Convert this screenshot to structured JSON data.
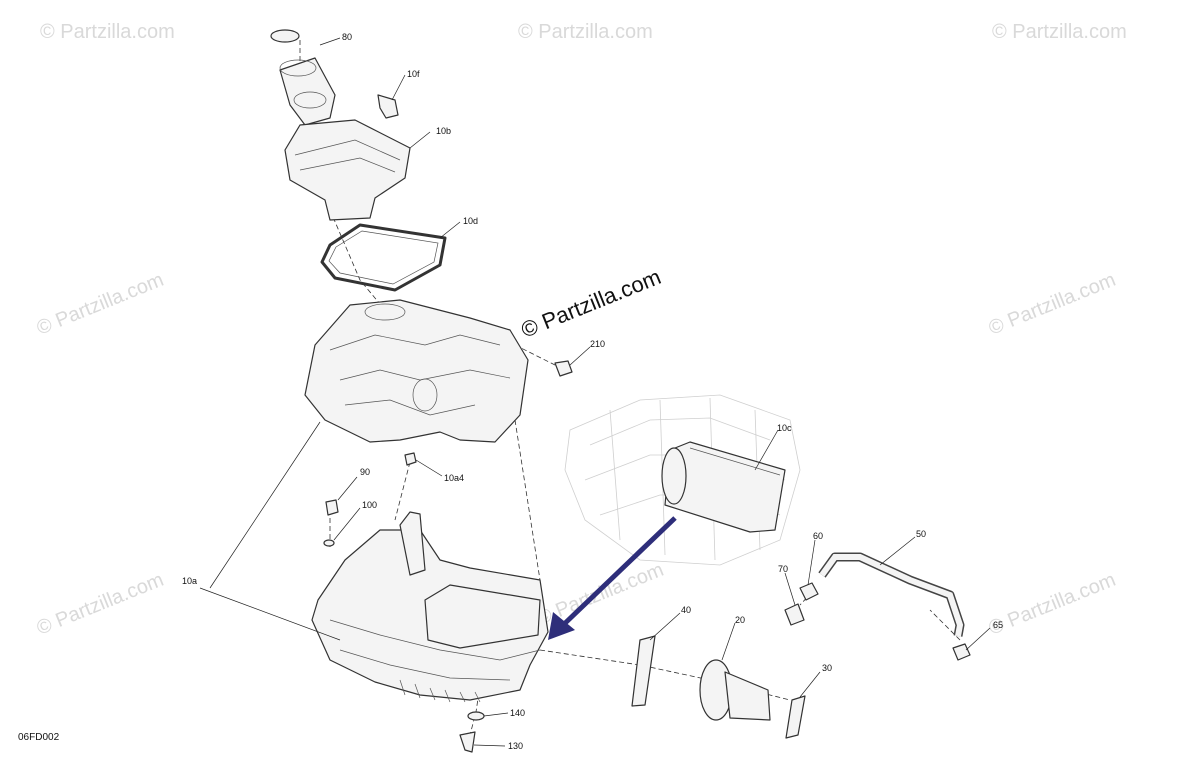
{
  "watermark": "© Partzilla.com",
  "diagram_code": "06FD002",
  "callouts": {
    "c80": "80",
    "c10f": "10f",
    "c10b": "10b",
    "c10d": "10d",
    "c210": "210",
    "c10c": "10c",
    "c90": "90",
    "c10a4": "10a4",
    "c100": "100",
    "c10a": "10a",
    "c60": "60",
    "c50": "50",
    "c70": "70",
    "c40": "40",
    "c20": "20",
    "c30": "30",
    "c65": "65",
    "c140": "140",
    "c130": "130"
  },
  "colors": {
    "arrow": "#2e2e7a",
    "line": "#333333",
    "watermark": "#d9d9d9"
  }
}
